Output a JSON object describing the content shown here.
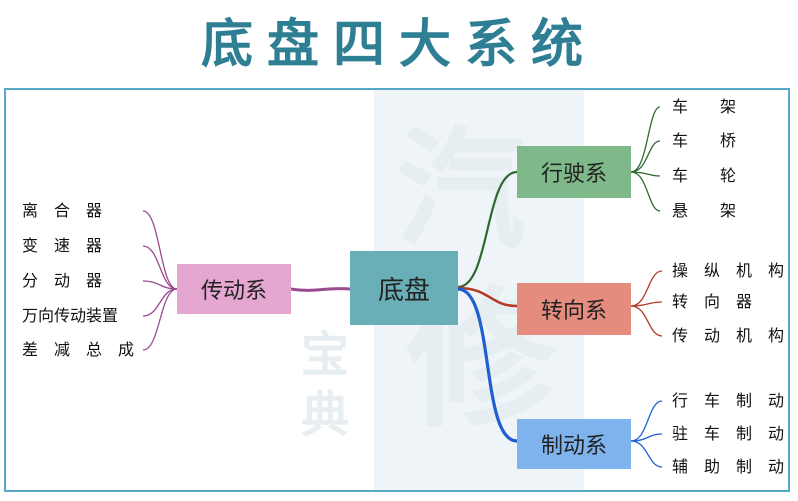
{
  "title": "底盘四大系统",
  "watermark": {
    "chars_large": "汽修",
    "chars_small": "宝典"
  },
  "center": "底盘",
  "transmission": {
    "label": "传动系",
    "items": [
      "离　合　器",
      "变　速　器",
      "分　动　器",
      "万向传动装置",
      "差　减　总　成"
    ]
  },
  "driving": {
    "label": "行驶系",
    "items": [
      "车　　架",
      "车　　桥",
      "车　　轮",
      "悬　　架"
    ]
  },
  "steering": {
    "label": "转向系",
    "items": [
      "操　纵　机　构",
      "转　向　器",
      "传　动　机　构"
    ]
  },
  "braking": {
    "label": "制动系",
    "items": [
      "行　车　制　动",
      "驻　车　制　动",
      "辅　助　制　动"
    ]
  },
  "colors": {
    "title": "#2f7f94",
    "center_fill": "#6aaeb8",
    "transmission_fill": "#e5a6d2",
    "driving_fill": "#7fb989",
    "steering_fill": "#e58c7e",
    "braking_fill": "#7fb3ee",
    "frame_border": "#58a8c8"
  }
}
